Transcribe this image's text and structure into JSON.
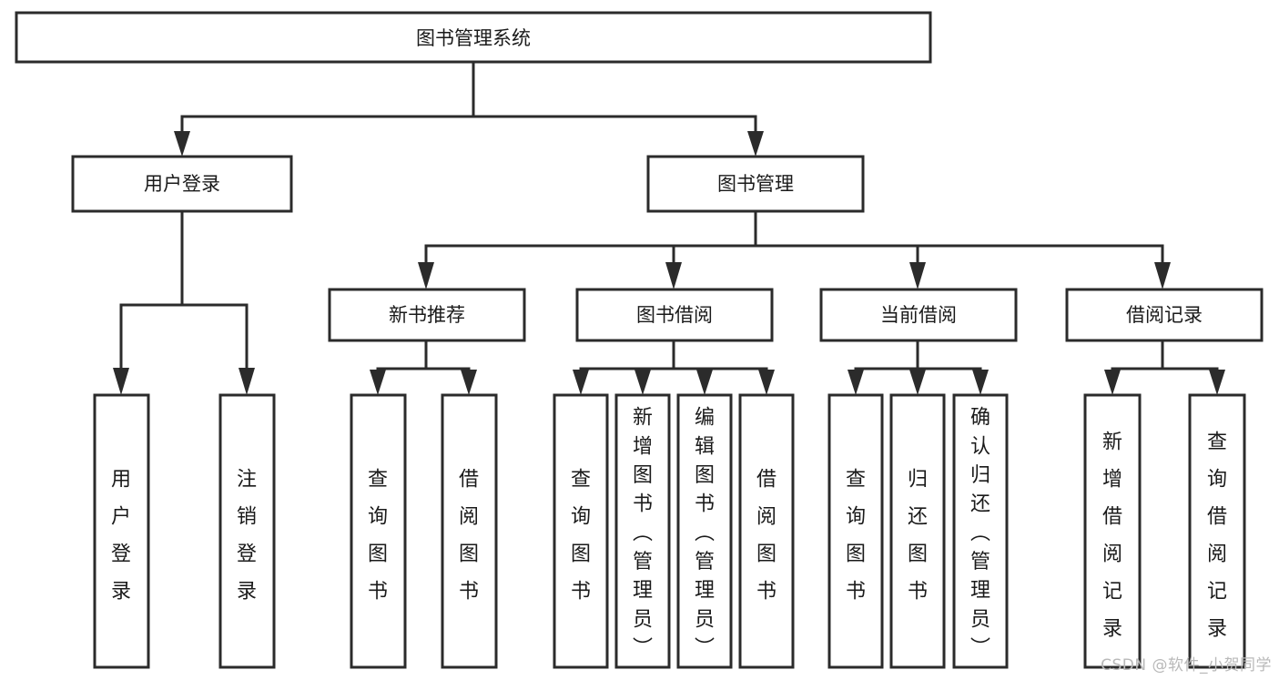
{
  "diagram": {
    "type": "tree-hierarchy-chart",
    "title": "图书管理系统",
    "watermark": "CSDN @软件_小贺同学",
    "colors": {
      "background": "#ffffff",
      "box_fill": "#ffffff",
      "box_stroke": "#2b2b2b",
      "text": "#1a1a1a",
      "watermark": "#b9b9b9"
    },
    "root": {
      "label": "图书管理系统",
      "orientation": "horizontal"
    },
    "level2": [
      {
        "label": "用户登录",
        "orientation": "horizontal"
      },
      {
        "label": "图书管理",
        "orientation": "horizontal"
      }
    ],
    "level3": [
      {
        "label": "新书推荐",
        "orientation": "horizontal",
        "parent": "图书管理"
      },
      {
        "label": "图书借阅",
        "orientation": "horizontal",
        "parent": "图书管理"
      },
      {
        "label": "当前借阅",
        "orientation": "horizontal",
        "parent": "图书管理"
      },
      {
        "label": "借阅记录",
        "orientation": "horizontal",
        "parent": "图书管理"
      }
    ],
    "leaves": [
      {
        "label": "用户登录",
        "parent": "用户登录",
        "orientation": "vertical"
      },
      {
        "label": "注销登录",
        "parent": "用户登录",
        "orientation": "vertical"
      },
      {
        "label": "查询图书",
        "parent": "新书推荐",
        "orientation": "vertical"
      },
      {
        "label": "借阅图书",
        "parent": "新书推荐",
        "orientation": "vertical"
      },
      {
        "label": "查询图书",
        "parent": "图书借阅",
        "orientation": "vertical"
      },
      {
        "label": "新增图书（管理员）",
        "parent": "图书借阅",
        "orientation": "vertical"
      },
      {
        "label": "编辑图书（管理员）",
        "parent": "图书借阅",
        "orientation": "vertical"
      },
      {
        "label": "借阅图书",
        "parent": "图书借阅",
        "orientation": "vertical"
      },
      {
        "label": "查询图书",
        "parent": "当前借阅",
        "orientation": "vertical"
      },
      {
        "label": "归还图书",
        "parent": "当前借阅",
        "orientation": "vertical"
      },
      {
        "label": "确认归还（管理员）",
        "parent": "当前借阅",
        "orientation": "vertical"
      },
      {
        "label": "新增借阅记录",
        "parent": "借阅记录",
        "orientation": "vertical"
      },
      {
        "label": "查询借阅记录",
        "parent": "借阅记录",
        "orientation": "vertical"
      }
    ]
  }
}
